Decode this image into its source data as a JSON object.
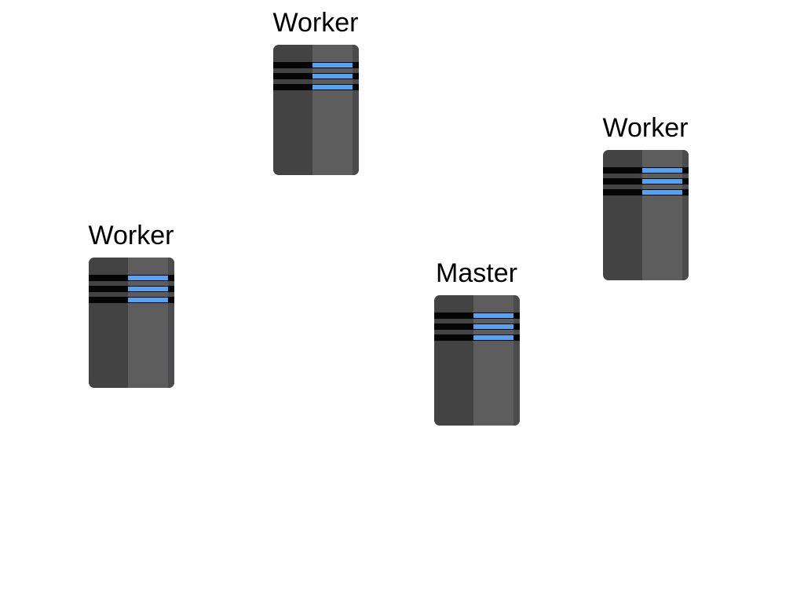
{
  "diagram": {
    "type": "cluster-topology",
    "nodes": [
      {
        "id": "worker-top",
        "label": "Worker",
        "role": "worker",
        "icon": "server-icon"
      },
      {
        "id": "worker-right",
        "label": "Worker",
        "role": "worker",
        "icon": "server-icon"
      },
      {
        "id": "worker-left",
        "label": "Worker",
        "role": "worker",
        "icon": "server-icon"
      },
      {
        "id": "master",
        "label": "Master",
        "role": "master",
        "icon": "server-icon"
      }
    ],
    "colors": {
      "background": "#ffffff",
      "label": "#000000",
      "body_left": "#434343",
      "body_right": "#5d5d5d",
      "edge_strip": "#4b4b4d",
      "stripe": "#050505",
      "stripe_accent": "#55a1f2"
    }
  }
}
